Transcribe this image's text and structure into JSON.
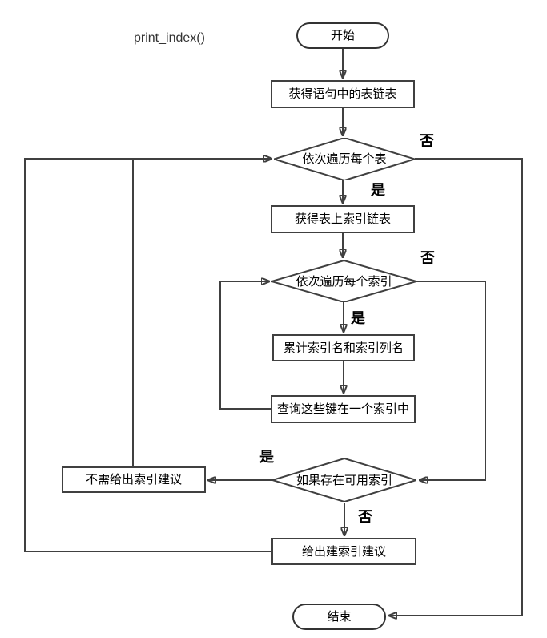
{
  "title": "print_index()",
  "nodes": {
    "start": {
      "label": "开始",
      "type": "terminator"
    },
    "get_table_list": {
      "label": "获得语句中的表链表",
      "type": "process"
    },
    "iterate_tables": {
      "label": "依次遍历每个表",
      "type": "decision"
    },
    "get_index_list": {
      "label": "获得表上索引链表",
      "type": "process"
    },
    "iterate_indexes": {
      "label": "依次遍历每个索引",
      "type": "decision"
    },
    "accumulate_index_names": {
      "label": "累计索引名和索引列名",
      "type": "process"
    },
    "query_keys_in_index": {
      "label": "查询这些键在一个索引中",
      "type": "process"
    },
    "usable_index_exists": {
      "label": "如果存在可用索引",
      "type": "decision"
    },
    "no_index_suggestion": {
      "label": "不需给出索引建议",
      "type": "process"
    },
    "suggest_create_index": {
      "label": "给出建索引建议",
      "type": "process"
    },
    "end": {
      "label": "结束",
      "type": "terminator"
    }
  },
  "branch_labels": {
    "iterate_tables_no": "否",
    "iterate_tables_yes": "是",
    "iterate_indexes_no": "否",
    "iterate_indexes_yes": "是",
    "usable_index_yes": "是",
    "usable_index_no": "否"
  },
  "colors": {
    "line": "#404040",
    "arrowhead": "#000000",
    "node_fill": "#ffffff",
    "text": "#000000",
    "background": "#ffffff"
  }
}
